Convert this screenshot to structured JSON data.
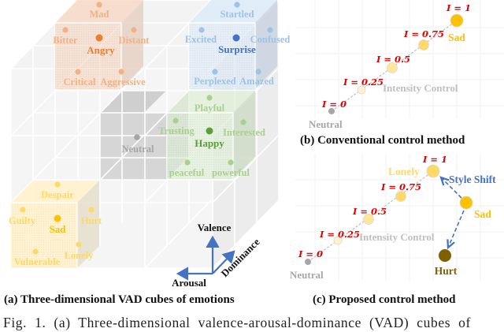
{
  "figure_a": {
    "caption": "(a) Three-dimensional VAD cubes of emotions",
    "axes": {
      "valence": "Valence",
      "arousal": "Arousal",
      "dominance": "Dominance",
      "color": "#4472c4"
    },
    "clusters": [
      {
        "name": "Angry",
        "color": "#ed7d31",
        "light": "#f4b183",
        "neighbors": [
          "Mad",
          "Bitter",
          "Distant",
          "Critical",
          "Aggressive"
        ]
      },
      {
        "name": "Surprise",
        "color": "#4472c4",
        "light": "#9dc3e6",
        "neighbors": [
          "Startled",
          "Excited",
          "Confused",
          "Perplexed",
          "Amazed"
        ]
      },
      {
        "name": "Happy",
        "color": "#5b9e3a",
        "light": "#a9d18e",
        "neighbors": [
          "Playful",
          "Trusting",
          "Interested",
          "peaceful",
          "powerful"
        ]
      },
      {
        "name": "Sad",
        "color": "#ffc000",
        "light": "#ffd966",
        "neighbors": [
          "Despair",
          "Guilty",
          "Hurt",
          "Vulnerable",
          "Lonely"
        ]
      },
      {
        "name": "Neutral",
        "color": "#a6a6a6",
        "light": "#a6a6a6",
        "neighbors": []
      }
    ]
  },
  "figure_b": {
    "caption": "(b) Conventional control method",
    "start_label": "Neutral",
    "end_label": "Sad",
    "line_label": "Intensity Control",
    "intensity_labels": [
      "I = 0",
      "I = 0.25",
      "I = 0.5",
      "I = 0.75",
      "I = 1"
    ]
  },
  "figure_c": {
    "caption": "(c) Proposed control method",
    "start_label": "Neutral",
    "end_label": "Lonely",
    "source_label": "Sad",
    "target_label": "Hurt",
    "line_label": "Intensity Control",
    "shift_label": "Style Shift",
    "intensity_labels": [
      "I = 0",
      "I = 0.25",
      "I = 0.5",
      "I = 0.75",
      "I = 1"
    ]
  },
  "figure_caption": "Fig. 1.  (a) Three-dimensional valence-arousal-dominance (VAD) cubes of",
  "colors": {
    "intensity_red": "#e00000",
    "neutral_gray": "#a6a6a6",
    "hurt_brown": "#7f6000",
    "sad_gold": "#ffc000"
  }
}
